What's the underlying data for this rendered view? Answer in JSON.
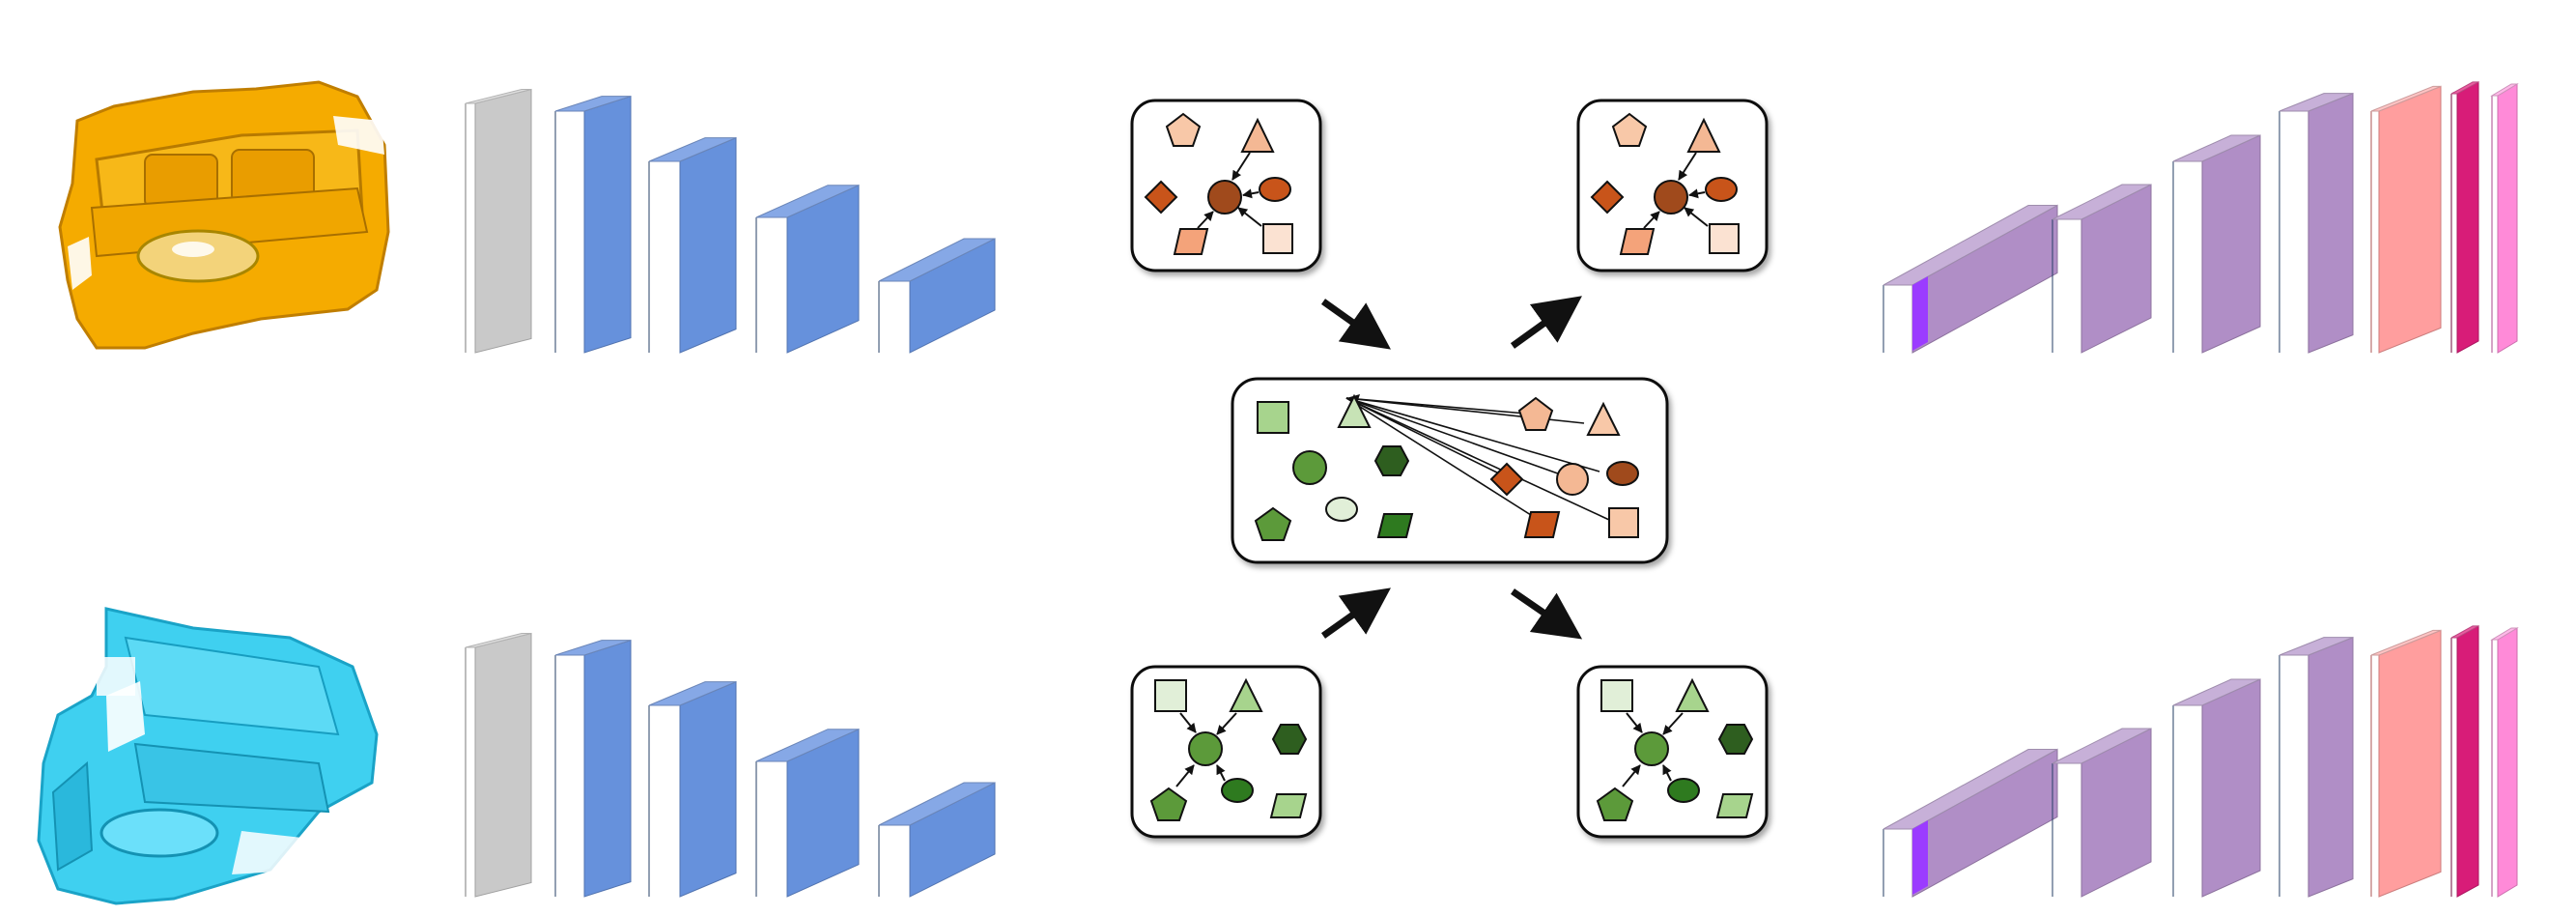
{
  "colors": {
    "background": "#ffffff",
    "scan_top": "#f5ab00",
    "scan_bottom": "#3fd0f0",
    "input_block": "#c9c9c9",
    "encoder_front": "#6691dc",
    "encoder_side": "#2f4f7f",
    "decoder_front": "#b08ec6",
    "decoder_accent": "#9b3cff",
    "decoder_salmon": "#ff9e9e",
    "decoder_magenta": "#d81c78",
    "decoder_pink": "#ff8ad8",
    "node_outline": "#111111",
    "orange_palette": [
      "#f8c8a8",
      "#f4a37a",
      "#c8541a",
      "#a04a1c",
      "#fbe2d2"
    ],
    "green_palette": [
      "#e1efd8",
      "#a7d48d",
      "#5c9a3a",
      "#2e5e1f",
      "#c7e3b6"
    ]
  },
  "icons": [
    "apartment-scan-icon",
    "living-room-scan-icon",
    "pentagon-node-icon",
    "triangle-node-icon",
    "diamond-node-icon",
    "circle-node-icon",
    "ellipse-node-icon",
    "parallelogram-node-icon",
    "square-node-icon",
    "hexagon-node-icon",
    "arrow-icon"
  ],
  "panels": [
    {
      "name": "orange-graph-left",
      "palette": "orange"
    },
    {
      "name": "orange-graph-right",
      "palette": "orange"
    },
    {
      "name": "fused-graph-center",
      "palette": "mixed"
    },
    {
      "name": "green-graph-left",
      "palette": "green"
    },
    {
      "name": "green-graph-right",
      "palette": "green"
    }
  ],
  "encoder": {
    "layers": 5,
    "rows": 2
  },
  "decoder": {
    "layers": 7,
    "rows": 2
  }
}
